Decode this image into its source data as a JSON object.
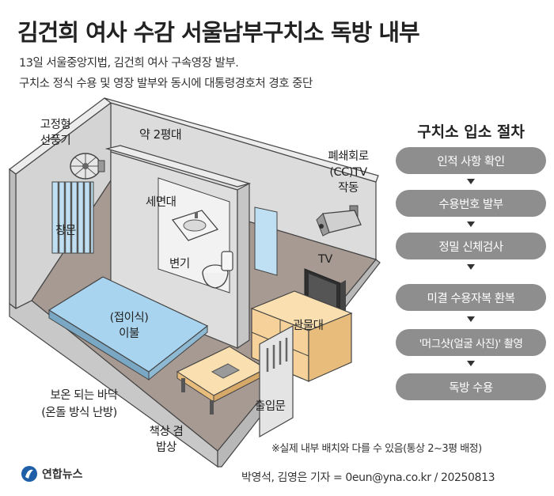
{
  "title": "김건희 여사 수감 서울남부구치소 독방 내부",
  "subtitle_lines": [
    "13일 서울중앙지법, 김건희 여사 구속영장 발부.",
    "구치소 정식 수용 및 영장 발부와 동시에 대통령경호처 경호 중단"
  ],
  "room_labels": {
    "area": "약 2평대",
    "fan": [
      "고정형",
      "선풍기"
    ],
    "cctv": [
      "폐쇄회로",
      "(CC)TV",
      "작동"
    ],
    "window": "창문",
    "sink": "세면대",
    "toilet": "변기",
    "tv": "TV",
    "blanket": [
      "(접이식)",
      "이불"
    ],
    "cabinet": "관물대",
    "floor": [
      "보온 되는 바닥",
      "(온돌 방식 난방)"
    ],
    "desk": [
      "책상 겸",
      "밥상"
    ],
    "door": "출입문"
  },
  "procedure": {
    "title": "구치소 입소 절차",
    "steps": [
      "인적 사항 확인",
      "수용번호 발부",
      "정밀 신체검사",
      "미결 수용자복 환복",
      "'머그샷(얼굴 사진)' 촬영",
      "독방 수용"
    ]
  },
  "note": "※실제 내부 배치와 다를 수 있음(통상 2~3평 배정)",
  "credit": "박영석, 김영은 기자 = 0eun@yna.co.kr / 20250813",
  "logo_text": "연합뉴스",
  "colors": {
    "wall": "#d9d9d9",
    "wall_top": "#ececec",
    "floor": "#a69a92",
    "blanket": "#a9d4ef",
    "wood": "#f6d29a",
    "step": "#8e8e8e",
    "window": "#bfe0f3"
  }
}
